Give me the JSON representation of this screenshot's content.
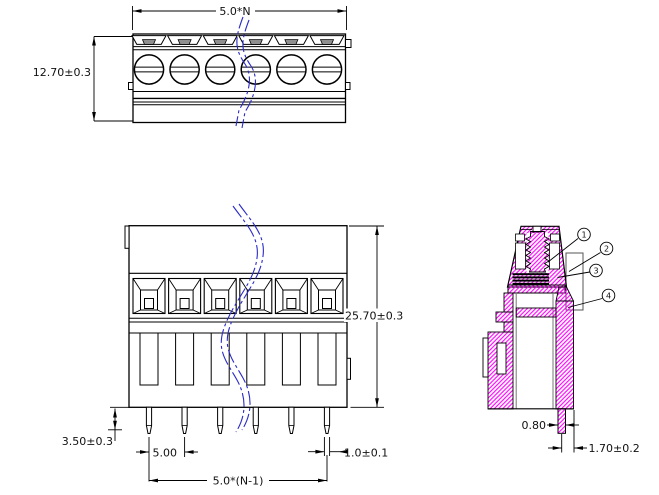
{
  "drawing": {
    "kind": "terminal-block-technical-drawing",
    "colors": {
      "line": "#000000",
      "break_line": "#2a2ac8",
      "section_hatch": "#ff00ff",
      "gray_fill": "#8f8f8f",
      "text": "#111111"
    },
    "top_view": {
      "positions_shown": 6,
      "width_label": "5.0*N",
      "height_label": "12.70±0.3"
    },
    "front_view": {
      "positions_shown": 6,
      "height_label": "25.70±0.3",
      "pin_length_label": "3.50±0.3",
      "pitch_label": "5.00",
      "pin_width_label": "1.0±0.1",
      "total_pitch_label": "5.0*(N-1)"
    },
    "side_view": {
      "pin_thickness_label": "0.80",
      "pin_offset_label": "1.70±0.2",
      "callouts": [
        {
          "num": "1"
        },
        {
          "num": "2"
        },
        {
          "num": "3"
        },
        {
          "num": "4"
        }
      ]
    }
  }
}
